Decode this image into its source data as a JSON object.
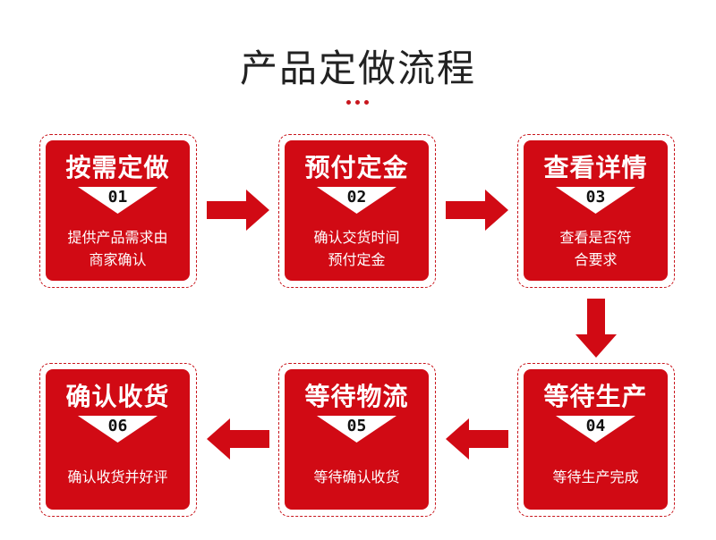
{
  "title": "产品定做流程",
  "colors": {
    "accent": "#d10a14",
    "frame": "#c8161d",
    "title": "#222222"
  },
  "steps": [
    {
      "title": "按需定做",
      "number": "01",
      "desc_line1": "提供产品需求由",
      "desc_line2": "商家确认"
    },
    {
      "title": "预付定金",
      "number": "02",
      "desc_line1": "确认交货时间",
      "desc_line2": "预付定金"
    },
    {
      "title": "查看详情",
      "number": "03",
      "desc_line1": "查看是否符",
      "desc_line2": "合要求"
    },
    {
      "title": "等待生产",
      "number": "04",
      "desc_line1": "等待生产完成",
      "desc_line2": ""
    },
    {
      "title": "等待物流",
      "number": "05",
      "desc_line1": "等待确认收货",
      "desc_line2": ""
    },
    {
      "title": "确认收货",
      "number": "06",
      "desc_line1": "确认收货并好评",
      "desc_line2": ""
    }
  ],
  "arrows": [
    {
      "icon": "arrow-right-icon"
    },
    {
      "icon": "arrow-right-icon"
    },
    {
      "icon": "arrow-down-icon"
    },
    {
      "icon": "arrow-left-icon"
    },
    {
      "icon": "arrow-left-icon"
    }
  ]
}
